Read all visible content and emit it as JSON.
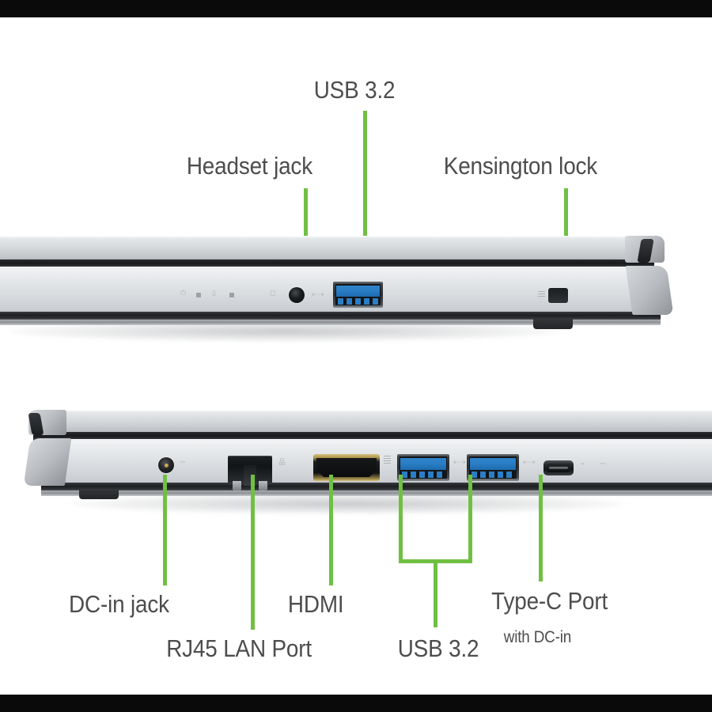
{
  "image": {
    "subject": "Laptop side port diagram",
    "background_color": "#ffffff",
    "letterbox_color": "#0a0a0a",
    "leader_color": "#6fc042",
    "label_color": "#4d4d4d"
  },
  "views": [
    {
      "id": "top-view",
      "name": "left-side-view",
      "callouts": [
        {
          "id": "headset-jack",
          "label": "Headset jack",
          "port_type": "audio-jack"
        },
        {
          "id": "usb32-top",
          "label": "USB 3.2",
          "port_type": "usb-a"
        },
        {
          "id": "kensington-lock",
          "label": "Kensington lock",
          "port_type": "lock-slot"
        }
      ]
    },
    {
      "id": "bottom-view",
      "name": "right-side-view",
      "callouts": [
        {
          "id": "dc-in-jack",
          "label": "DC-in jack",
          "port_type": "dc-barrel"
        },
        {
          "id": "rj45-lan",
          "label": "RJ45 LAN Port",
          "port_type": "rj45"
        },
        {
          "id": "hdmi",
          "label": "HDMI",
          "port_type": "hdmi"
        },
        {
          "id": "usb32-bottom",
          "label": "USB 3.2",
          "port_type": "usb-a",
          "count": 2
        },
        {
          "id": "type-c",
          "label": "Type-C Port",
          "sublabel": "with DC-in",
          "port_type": "usb-c"
        }
      ]
    }
  ],
  "labels": {
    "usb32_top": "USB 3.2",
    "headset_jack": "Headset jack",
    "kensington_lock": "Kensington lock",
    "dc_in_jack": "DC-in jack",
    "rj45_lan_port": "RJ45 LAN Port",
    "hdmi": "HDMI",
    "usb32_bottom": "USB 3.2",
    "type_c_port": "Type-C Port",
    "type_c_sub": "with DC-in"
  },
  "silkscreen": {
    "power_led": "⏻",
    "battery_led": "▯",
    "headset_mark": "◻",
    "usb_mark": "⇠⇢",
    "lock_mark": "⌗",
    "dc_mark": "⎓",
    "lan_mark": "品",
    "hdmi_mark": "⫼",
    "typec_mark": "⌁"
  }
}
